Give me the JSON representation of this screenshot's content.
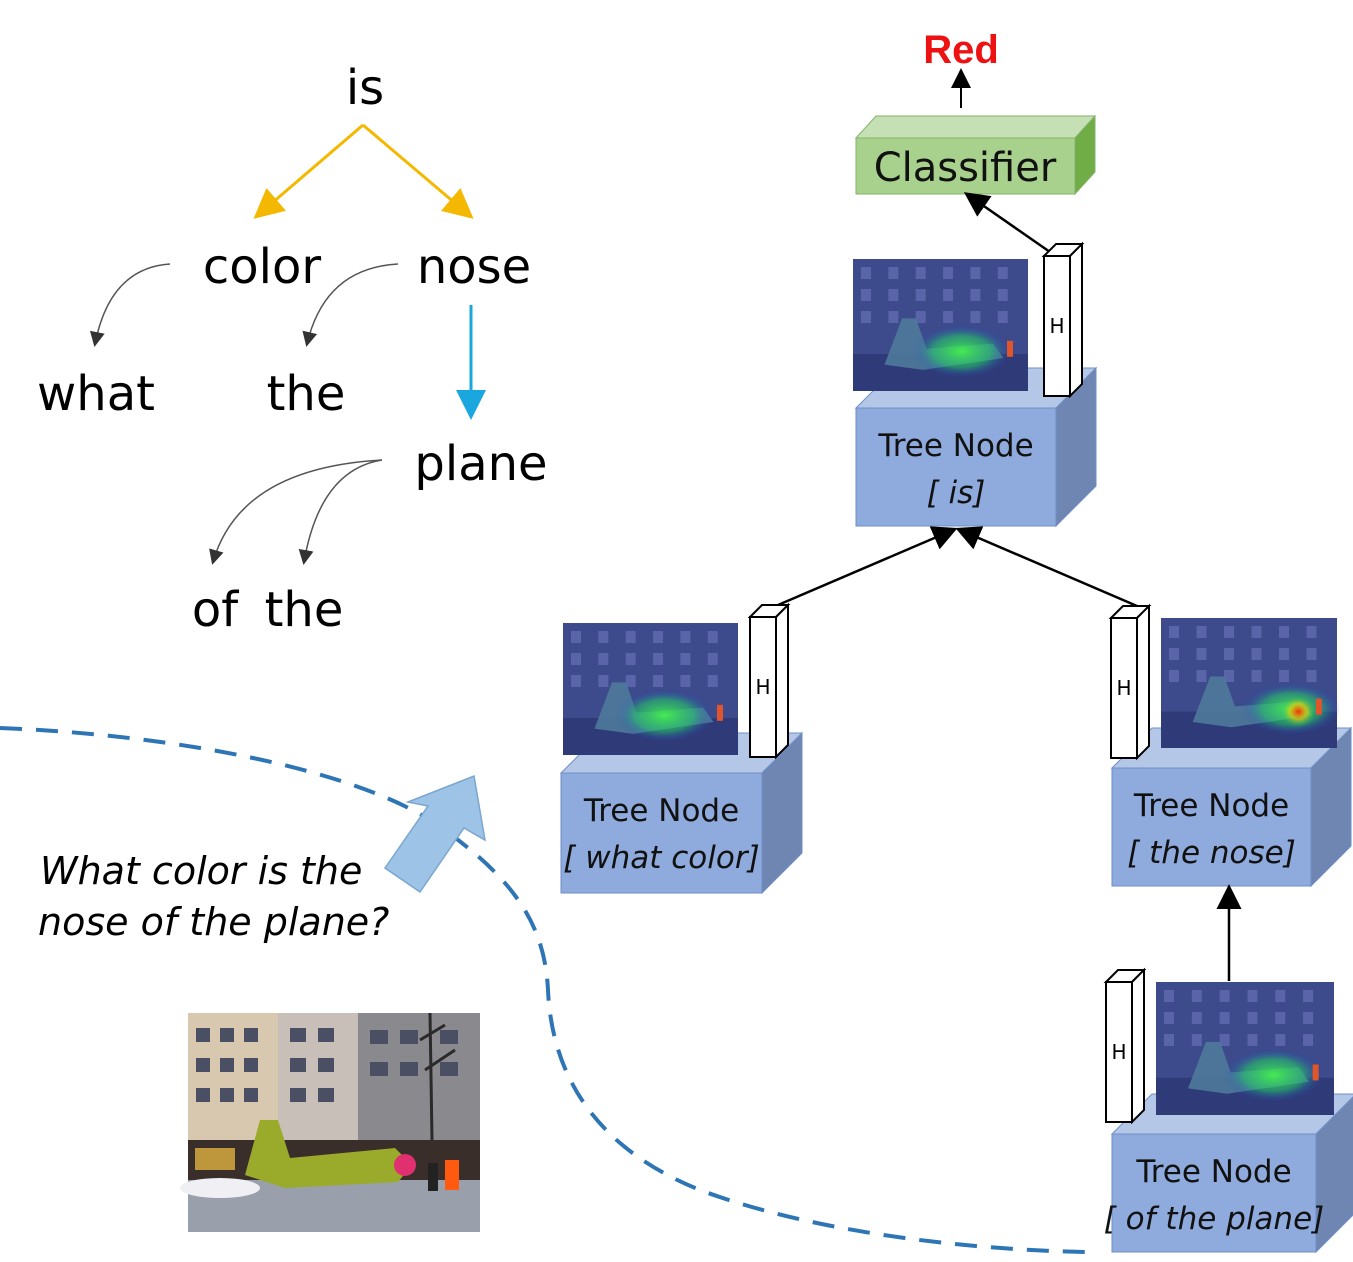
{
  "answer": {
    "text": "Red",
    "color": "#ee1111"
  },
  "classifier": {
    "label": "Classifier",
    "color": "#a9d18e"
  },
  "question": {
    "line1": "What color is the",
    "line2": "nose of the plane?"
  },
  "parse_tree": {
    "words": {
      "is": "is",
      "color": "color",
      "nose": "nose",
      "what": "what",
      "the_a": "the",
      "plane": "plane",
      "of": "of",
      "the_b": "the"
    },
    "edge_colors": {
      "root_edges": "#f5b800",
      "nose_plane": "#1aa7e0",
      "modifier_edges": "#555555"
    }
  },
  "tree_nodes": {
    "title": "Tree Node",
    "is": "[ is]",
    "what_color": "[ what color]",
    "the_nose": "[ the nose]",
    "of_the_plane": "[ of the plane]",
    "fill_color": "#8faadc"
  },
  "hidden_label": "H",
  "colors": {
    "dashed_path": "#2e75b6",
    "big_arrow": "#9dc3e6"
  }
}
